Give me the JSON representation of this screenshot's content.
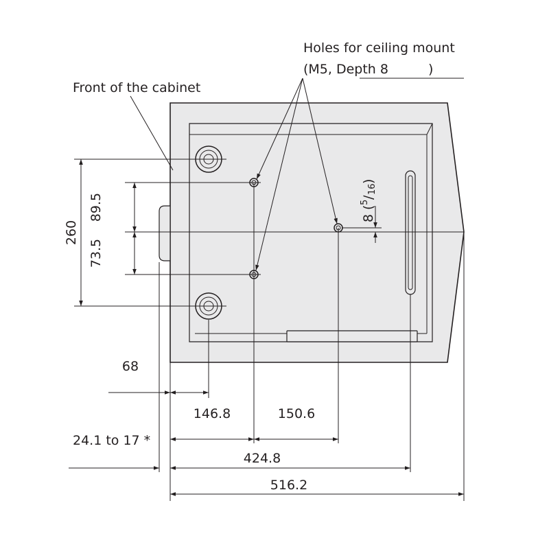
{
  "labels": {
    "holes_line1": "Holes for ceiling mount",
    "holes_line2_prefix": "(M5, Depth 8",
    "holes_line2_suffix": ")",
    "front": "Front of the cabinet"
  },
  "dimensions": {
    "d260": "260",
    "d89_5": "89.5",
    "d73_5": "73.5",
    "d8": "8",
    "d8_frac_num": "5",
    "d8_frac_den": "16",
    "d68": "68",
    "d146_8": "146.8",
    "d150_6": "150.6",
    "d24_1": "24.1 to 17 *",
    "d424_8": "424.8",
    "d516_2": "516.2"
  },
  "colors": {
    "line": "#231f20",
    "fill": "#e9e9ea",
    "background": "#ffffff"
  }
}
